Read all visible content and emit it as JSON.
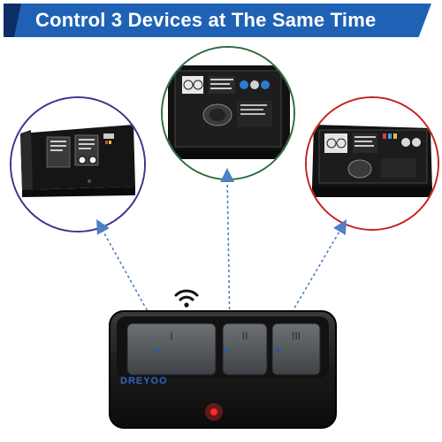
{
  "banner": {
    "title": "Control 3 Devices at The Same Time",
    "color": "#1f62b5"
  },
  "circles": [
    {
      "label": "left-opener",
      "border_color": "#4b2c8f"
    },
    {
      "label": "middle-opener",
      "border_color": "#2f6b3c"
    },
    {
      "label": "right-opener",
      "border_color": "#c71f1f"
    }
  ],
  "remote": {
    "brand": "DREYOO",
    "buttons": [
      "I",
      "II",
      "III"
    ],
    "led_color": "#ff2a2a"
  },
  "icons": [
    "wifi-signal-icon",
    "dashed-arrow-icon"
  ]
}
